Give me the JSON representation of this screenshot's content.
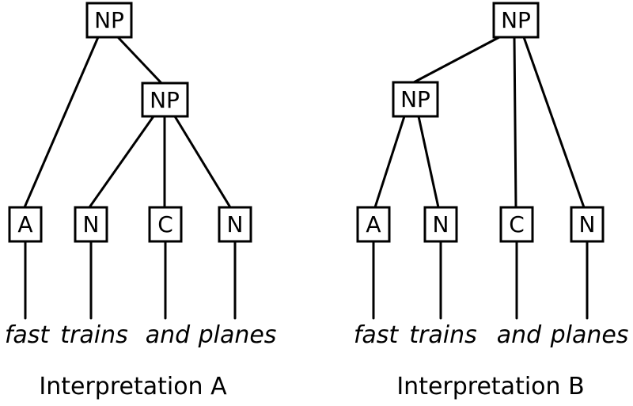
{
  "colors": {
    "background": "#ffffff",
    "line": "#000000",
    "text": "#000000"
  },
  "sentence": "fast trains and planes",
  "trees": [
    {
      "id": "A",
      "caption": "Interpretation A",
      "root": "NP",
      "inner": "NP",
      "leaves": [
        {
          "pos": "A",
          "word": "fast"
        },
        {
          "pos": "N",
          "word": "trains"
        },
        {
          "pos": "C",
          "word": "and"
        },
        {
          "pos": "N",
          "word": "planes"
        }
      ]
    },
    {
      "id": "B",
      "caption": "Interpretation B",
      "root": "NP",
      "inner": "NP",
      "leaves": [
        {
          "pos": "A",
          "word": "fast"
        },
        {
          "pos": "N",
          "word": "trains"
        },
        {
          "pos": "C",
          "word": "and"
        },
        {
          "pos": "N",
          "word": "planes"
        }
      ]
    }
  ]
}
